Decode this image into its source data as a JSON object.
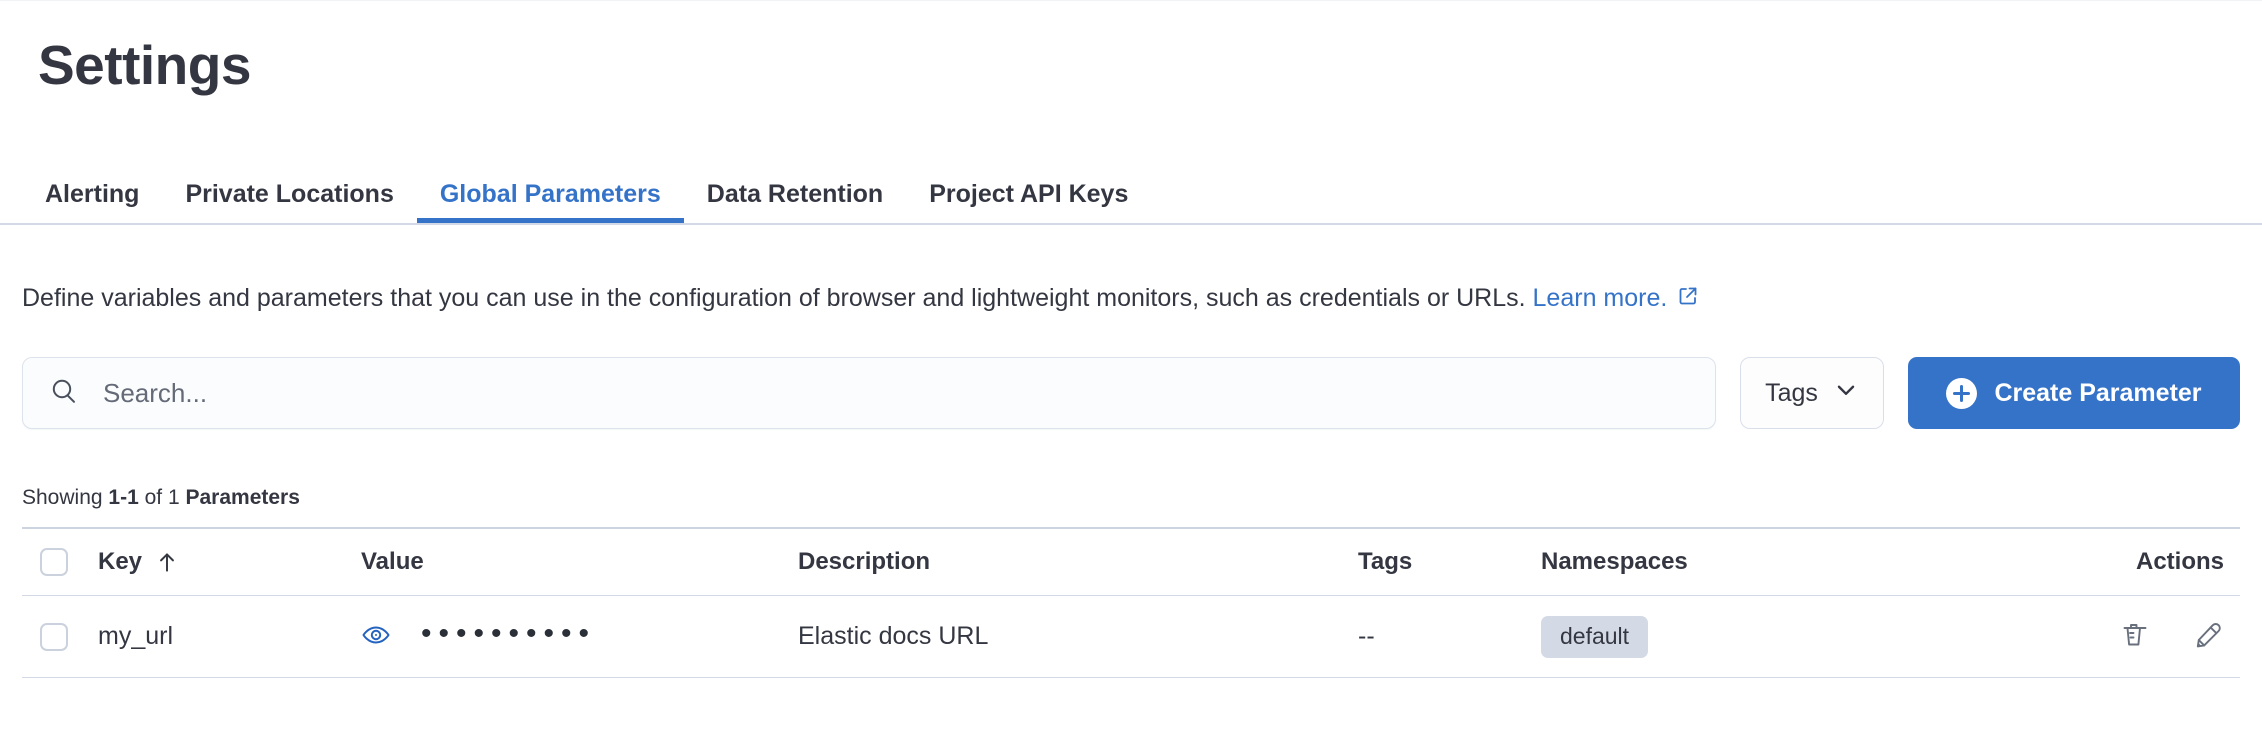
{
  "page": {
    "title": "Settings"
  },
  "tabs": [
    {
      "label": "Alerting",
      "active": false
    },
    {
      "label": "Private Locations",
      "active": false
    },
    {
      "label": "Global Parameters",
      "active": true
    },
    {
      "label": "Data Retention",
      "active": false
    },
    {
      "label": "Project API Keys",
      "active": false
    }
  ],
  "description": {
    "text": "Define variables and parameters that you can use in the configuration of browser and lightweight monitors, such as credentials or URLs.",
    "link_label": "Learn more."
  },
  "toolbar": {
    "search_placeholder": "Search...",
    "search_value": "",
    "tags_filter_label": "Tags",
    "create_button_label": "Create Parameter"
  },
  "summary": {
    "showing": "Showing",
    "range": "1-1",
    "of": "of 1",
    "entity": "Parameters"
  },
  "table": {
    "headers": {
      "key": "Key",
      "value": "Value",
      "description": "Description",
      "tags": "Tags",
      "namespaces": "Namespaces",
      "actions": "Actions"
    },
    "sort": {
      "column": "Key",
      "direction": "ascending"
    },
    "rows": [
      {
        "key": "my_url",
        "masked_value": "••••••••••",
        "description": "Elastic docs URL",
        "tags": "--",
        "namespace": "default"
      }
    ]
  },
  "colors": {
    "accent": "#3573c9",
    "text": "#343741",
    "muted": "#69707d",
    "divider": "#d3dae6",
    "badge_bg": "#d3dae6",
    "search_bg": "#fbfcfd"
  }
}
